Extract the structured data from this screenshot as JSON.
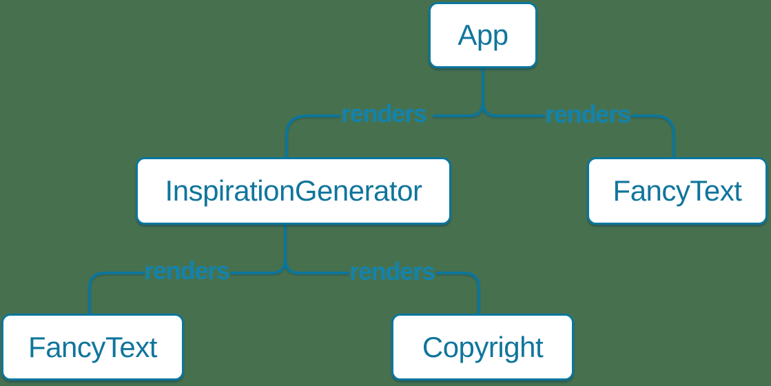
{
  "diagram": {
    "type": "render-tree",
    "colors": {
      "background": "#47714E",
      "stroke": "#0a769e",
      "node_fill": "#ffffff",
      "node_text": "#10759c",
      "edge_label_text": "#1383ad"
    },
    "nodes": [
      {
        "id": "app",
        "label": "App"
      },
      {
        "id": "inspiration-generator",
        "label": "InspirationGenerator"
      },
      {
        "id": "fancy-text-right",
        "label": "FancyText"
      },
      {
        "id": "fancy-text-left",
        "label": "FancyText"
      },
      {
        "id": "copyright",
        "label": "Copyright"
      }
    ],
    "edges": [
      {
        "from": "App",
        "to": "InspirationGenerator",
        "label": "renders"
      },
      {
        "from": "App",
        "to": "FancyText",
        "label": "renders"
      },
      {
        "from": "InspirationGenerator",
        "to": "FancyText",
        "label": "renders"
      },
      {
        "from": "InspirationGenerator",
        "to": "Copyright",
        "label": "renders"
      }
    ]
  }
}
